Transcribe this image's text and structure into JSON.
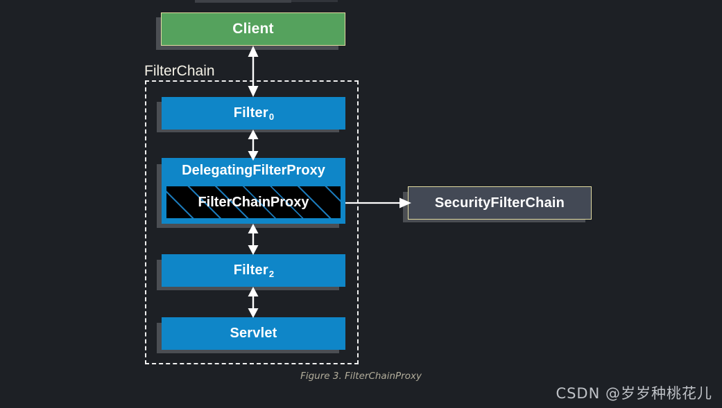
{
  "figure": {
    "caption": "Figure 3. FilterChainProxy",
    "background_color": "#1d2025"
  },
  "watermark": {
    "text": "CSDN @岁岁种桃花儿"
  },
  "region": {
    "label": "FilterChain",
    "border_style": "dashed",
    "border_color": "#f2f2f2"
  },
  "nodes": {
    "client": {
      "label": "Client",
      "fill": "#55a25d",
      "border": "#e3dca2"
    },
    "filter0": {
      "label": "Filter",
      "subscript": "0",
      "fill": "#0f86c8"
    },
    "delegating_filter_proxy": {
      "label": "DelegatingFilterProxy",
      "fill": "#0f86c8"
    },
    "filter_chain_proxy": {
      "label": "FilterChainProxy",
      "fill": "#000000",
      "hatch_color": "#1b79b8"
    },
    "filter2": {
      "label": "Filter",
      "subscript": "2",
      "fill": "#0f86c8"
    },
    "servlet": {
      "label": "Servlet",
      "fill": "#0f86c8"
    },
    "security_filter_chain": {
      "label": "SecurityFilterChain",
      "fill": "#434955",
      "border": "#e3dca2"
    }
  },
  "edges": [
    {
      "name": "client-to-filter0",
      "from": "Client",
      "to": "Filter0",
      "type": "bidirectional"
    },
    {
      "name": "filter0-to-delegatingfilterproxy",
      "from": "Filter0",
      "to": "DelegatingFilterProxy",
      "type": "bidirectional"
    },
    {
      "name": "delegatingfilterproxy-to-filter2",
      "from": "DelegatingFilterProxy",
      "to": "Filter2",
      "type": "bidirectional"
    },
    {
      "name": "filter2-to-servlet",
      "from": "Filter2",
      "to": "Servlet",
      "type": "bidirectional"
    },
    {
      "name": "filterchainproxy-to-securityfilterchain",
      "from": "FilterChainProxy",
      "to": "SecurityFilterChain",
      "type": "directional"
    }
  ]
}
